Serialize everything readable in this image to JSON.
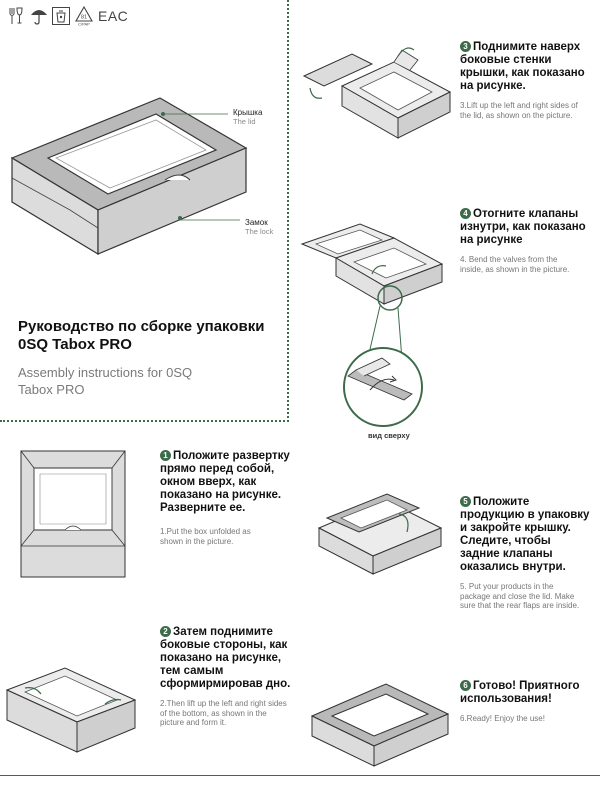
{
  "header": {
    "icons": [
      "fork-glass-icon",
      "umbrella-icon",
      "trash-bin-icon",
      "recycling-icon",
      "eac-mark-icon"
    ],
    "recycle_code": "81",
    "recycle_material": "C/PAP",
    "eac_text": "EAC"
  },
  "intro": {
    "lid_ru": "Крышка",
    "lid_en": "The lid",
    "lock_ru": "Замок",
    "lock_en": "The lock",
    "title_ru": "Руководство по сборке упаковки 0SQ Tabox PRO",
    "title_en": "Assembly instructions for 0SQ Tabox PRO"
  },
  "steps": [
    {
      "num": "1",
      "ru": "Положите развертку прямо перед собой, окном вверх, как показано на рисунке. Разверните ее.",
      "en": "1.Put the box unfolded as shown in the picture."
    },
    {
      "num": "2",
      "ru": "Затем поднимите боковые стороны, как показано на рисунке, тем самым сформирмировав дно.",
      "en": "2.Then lift up the left and right  sides of the bottom, as shown in the picture and form it."
    },
    {
      "num": "3",
      "ru": "Поднимите наверх боковые стенки крышки, как показано на рисунке.",
      "en": "3.Lift up the left and right sides of the lid, as shown on the picture."
    },
    {
      "num": "4",
      "ru": "Отогните клапаны изнутри, как показано на рисунке",
      "en": "4. Bend the valves from the inside, as shown in the picture."
    },
    {
      "num": "5",
      "ru": "Положите продукцию в упаковку и закройте крышку. Следите, чтобы задние клапаны оказались внутри.",
      "en": "5. Put your products in the package and close the lid. Make sure that the rear flaps are inside."
    },
    {
      "num": "6",
      "ru": "Готово! Приятного использования!",
      "en": "6.Ready! Enjoy the use!"
    }
  ],
  "top_view_label": "вид сверху",
  "colors": {
    "accent": "#3d6b4a",
    "box_fill": "#ececec",
    "box_dark": "#c9c9c9",
    "line": "#333333"
  }
}
